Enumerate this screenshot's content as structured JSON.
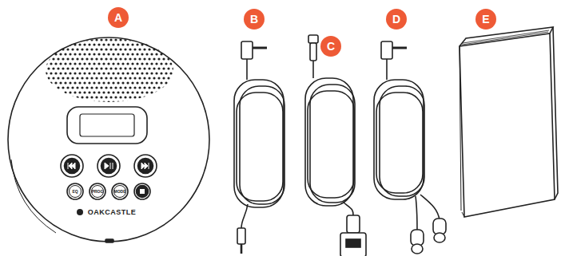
{
  "diagram": {
    "labels": [
      "A",
      "B",
      "C",
      "D",
      "E",
      "EQ",
      "PROG",
      "MODE",
      "OAKCASTLE"
    ]
  }
}
